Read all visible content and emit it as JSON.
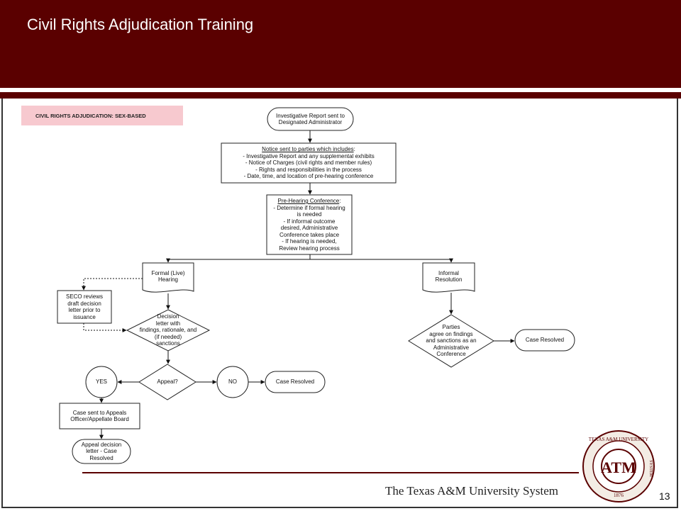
{
  "header": {
    "title": "Civil Rights Adjudication Training"
  },
  "badge": {
    "label": "CIVIL RIGHTS ADJUDICATION: SEX-BASED"
  },
  "nodes": {
    "investigative_report": [
      "Investigative Report sent to",
      "Designated Administrator"
    ],
    "notice": {
      "heading": "Notice sent to parties which includes",
      "lines": [
        "- Investigative Report and any supplemental exhibits",
        "- Notice of Charges (civil rights and member rules)",
        "- Rights and responsibilities in the process",
        "- Date, time, and location of pre-hearing conference"
      ]
    },
    "prehearing": {
      "heading": "Pre-Hearing Conference",
      "lines": [
        "- Determine if formal hearing",
        "is needed",
        "- If informal outcome",
        "desired, Administrative",
        "Conference takes place",
        "- If hearing is needed,",
        "Review hearing process"
      ]
    },
    "formal_hearing": [
      "Formal (Live)",
      "Hearing"
    ],
    "informal_resolution": [
      "Informal",
      "Resolution"
    ],
    "seco_review": [
      "SECO reviews",
      "draft decision",
      "letter prior to",
      "issuance"
    ],
    "decision_letter": [
      "Decision",
      "letter with",
      "findings, rationale, and",
      "(if needed)",
      "sanctions"
    ],
    "parties_agree": [
      "Parties",
      "agree on findings",
      "and sanctions as an",
      "Administrative",
      "Conference"
    ],
    "case_resolved_right": "Case Resolved",
    "appeal": "Appeal?",
    "yes": "YES",
    "no": "NO",
    "case_resolved_mid": "Case Resolved",
    "appeals_officer": [
      "Case sent to Appeals",
      "Officer/Appellate Board"
    ],
    "appeal_decision": [
      "Appeal decision",
      "letter - Case",
      "Resolved"
    ]
  },
  "footer": {
    "system_name": "The Texas A&M University System",
    "page_number": "13"
  },
  "seal": {
    "top_text": "TEXAS A&M UNIVERSITY",
    "right_text": "SYSTEM",
    "monogram": "ATM",
    "year": "1876"
  },
  "colors": {
    "maroon": "#5a0000",
    "badge": "#f7c9cf"
  }
}
